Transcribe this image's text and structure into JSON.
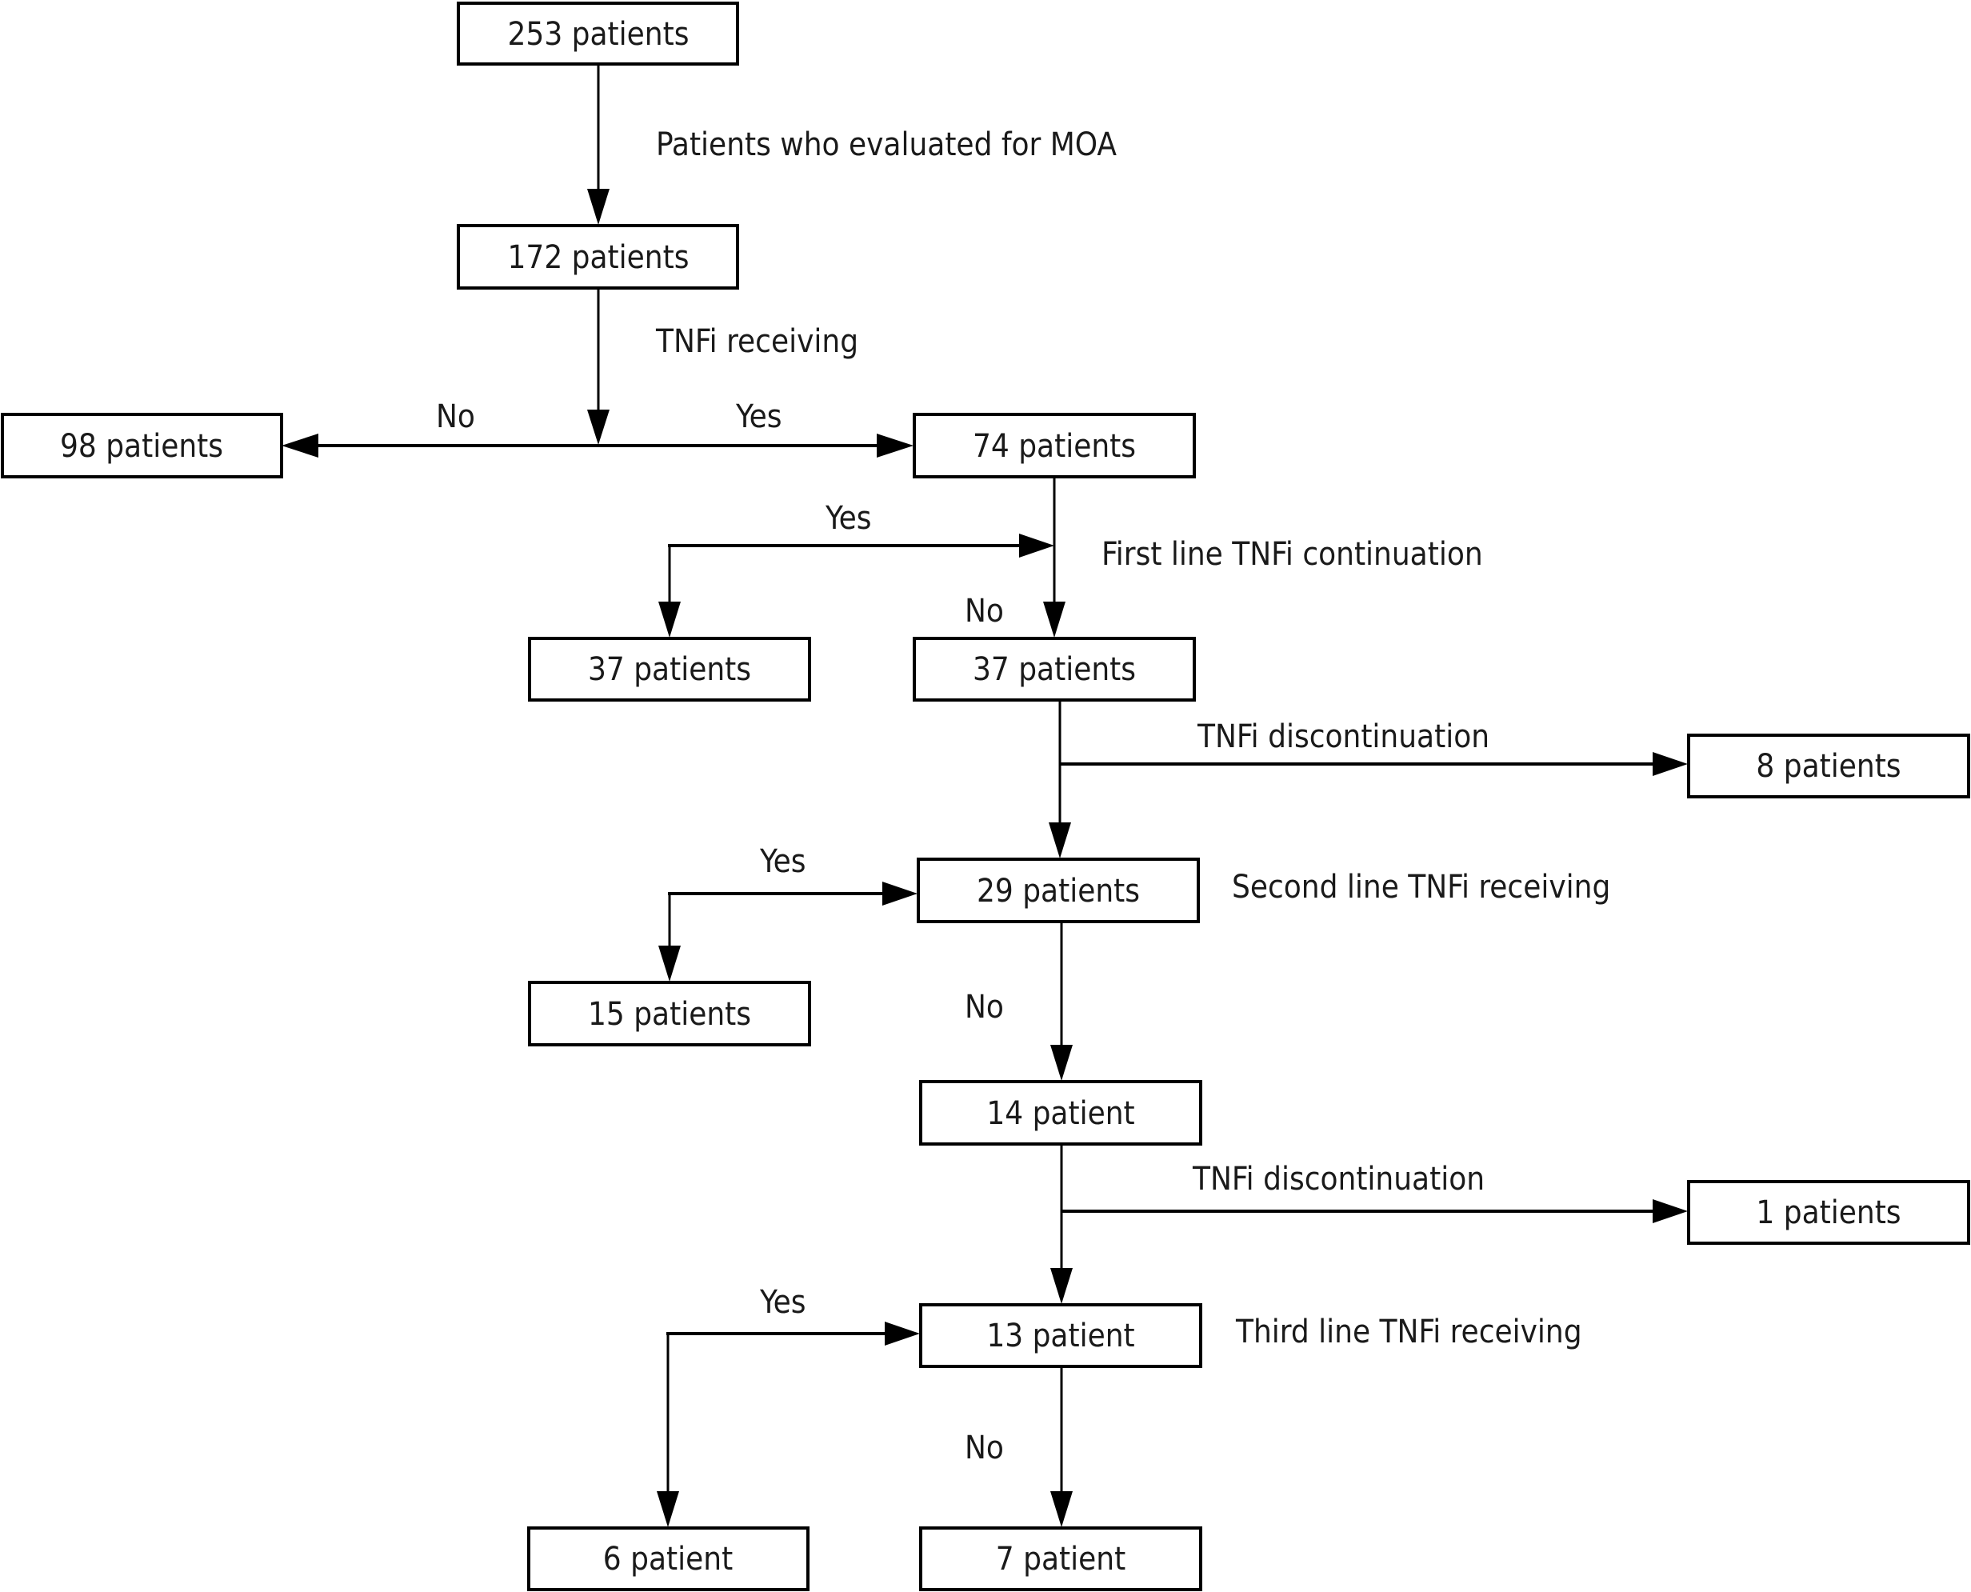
{
  "diagram": {
    "type": "flowchart",
    "nodes": {
      "n253": "253 patients",
      "n172": "172 patients",
      "n98": "98 patients",
      "n74": "74 patients",
      "n37a": "37 patients",
      "n37b": "37 patients",
      "n8": "8 patients",
      "n29": "29 patients",
      "n15": "15 patients",
      "n14": "14 patient",
      "n1": "1 patients",
      "n13": "13 patient",
      "n6": "6 patient",
      "n7": "7 patient"
    },
    "step_labels": {
      "moa": "Patients who evaluated for MOA",
      "tnfi_receiving": "TNFi receiving",
      "first_line": "First line TNFi continuation",
      "discontinuation_1": "TNFi discontinuation",
      "second_line": "Second line TNFi receiving",
      "discontinuation_2": "TNFi discontinuation",
      "third_line": "Third line TNFi receiving"
    },
    "branch_labels": {
      "no_98": "No",
      "yes_74": "Yes",
      "yes_37a": "Yes",
      "no_37b": "No",
      "yes_15": "Yes",
      "no_14": "No",
      "yes_6": "Yes",
      "no_7": "No"
    },
    "edges": [
      {
        "from": "n253",
        "to": "n172",
        "label": "moa"
      },
      {
        "from": "n172",
        "to": "n98",
        "label": "no_98"
      },
      {
        "from": "n172",
        "to": "n74",
        "label": "yes_74"
      },
      {
        "from": "n74",
        "to": "n37a",
        "label": "yes_37a"
      },
      {
        "from": "n74",
        "to": "n37b",
        "label": "no_37b"
      },
      {
        "from": "n37b",
        "to": "n8",
        "label": "discontinuation_1"
      },
      {
        "from": "n37b",
        "to": "n29"
      },
      {
        "from": "n29",
        "to": "n15",
        "label": "yes_15"
      },
      {
        "from": "n29",
        "to": "n14",
        "label": "no_14"
      },
      {
        "from": "n14",
        "to": "n1",
        "label": "discontinuation_2"
      },
      {
        "from": "n14",
        "to": "n13"
      },
      {
        "from": "n13",
        "to": "n6",
        "label": "yes_6"
      },
      {
        "from": "n13",
        "to": "n7",
        "label": "no_7"
      }
    ]
  }
}
